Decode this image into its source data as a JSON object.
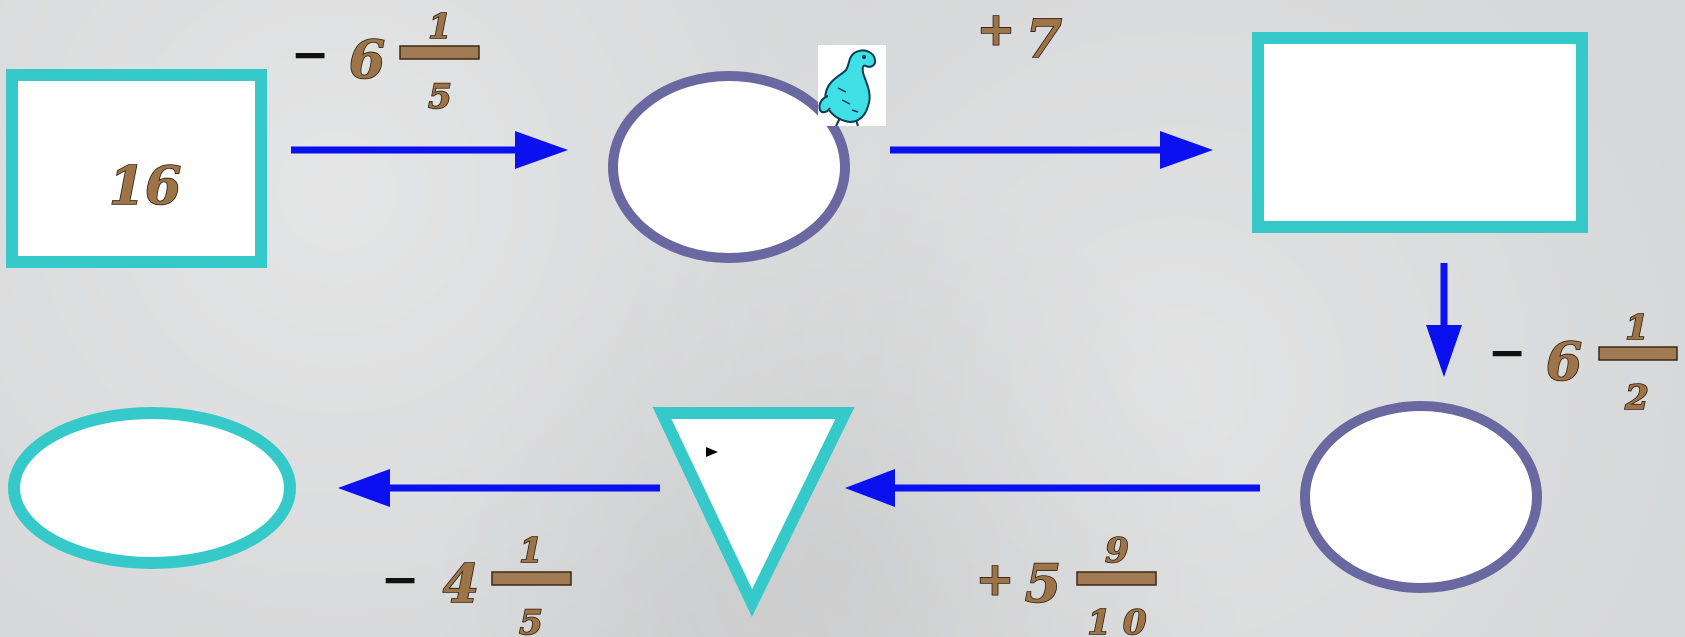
{
  "diagram": {
    "start_value": "16",
    "steps": [
      {
        "sign": "−",
        "whole": "6",
        "numerator": "1",
        "denominator": "5"
      },
      {
        "sign": "+",
        "whole": "7"
      },
      {
        "sign": "−",
        "whole": "6",
        "numerator": "1",
        "denominator": "2"
      },
      {
        "sign": "+",
        "whole": "5",
        "numerator": "9",
        "denominator": "1 0"
      },
      {
        "sign": "−",
        "whole": "4",
        "numerator": "1",
        "denominator": "5"
      }
    ]
  },
  "colors": {
    "teal": "#36c9c9",
    "slate": "#6a68a0",
    "arrow": "#0a10f0",
    "label_fill": "#9c7448"
  },
  "icons": {
    "mascot": "cyan-dinosaur-icon"
  }
}
